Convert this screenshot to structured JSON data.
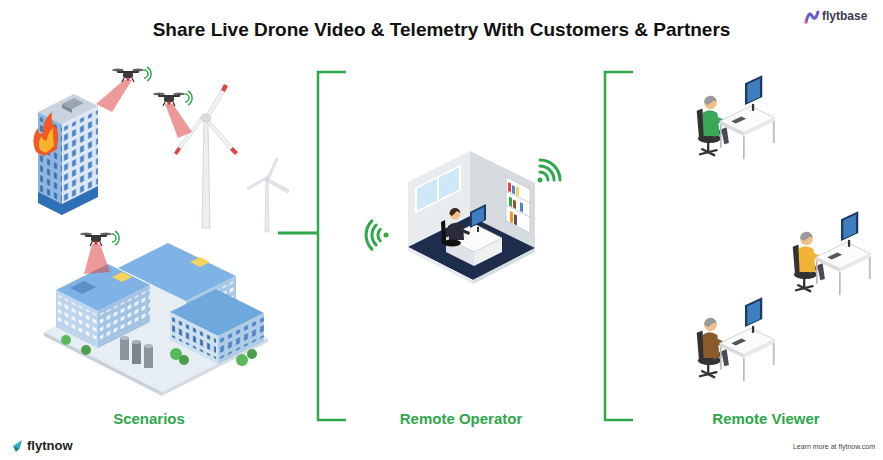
{
  "diagram": {
    "title": "Share Live Drone Video & Telemetry With Customers & Partners",
    "nodes": [
      {
        "text": [
          "Scenarios"
        ]
      },
      {
        "text": [
          "Remote Operator"
        ]
      },
      {
        "text": [
          "Remote Viewer"
        ]
      }
    ],
    "edges": [
      {
        "from": 0,
        "to": 1,
        "arrow": "none"
      }
    ],
    "labels": [
      "flytbase",
      "flytnow",
      "Learn more at flytnow.com"
    ]
  }
}
